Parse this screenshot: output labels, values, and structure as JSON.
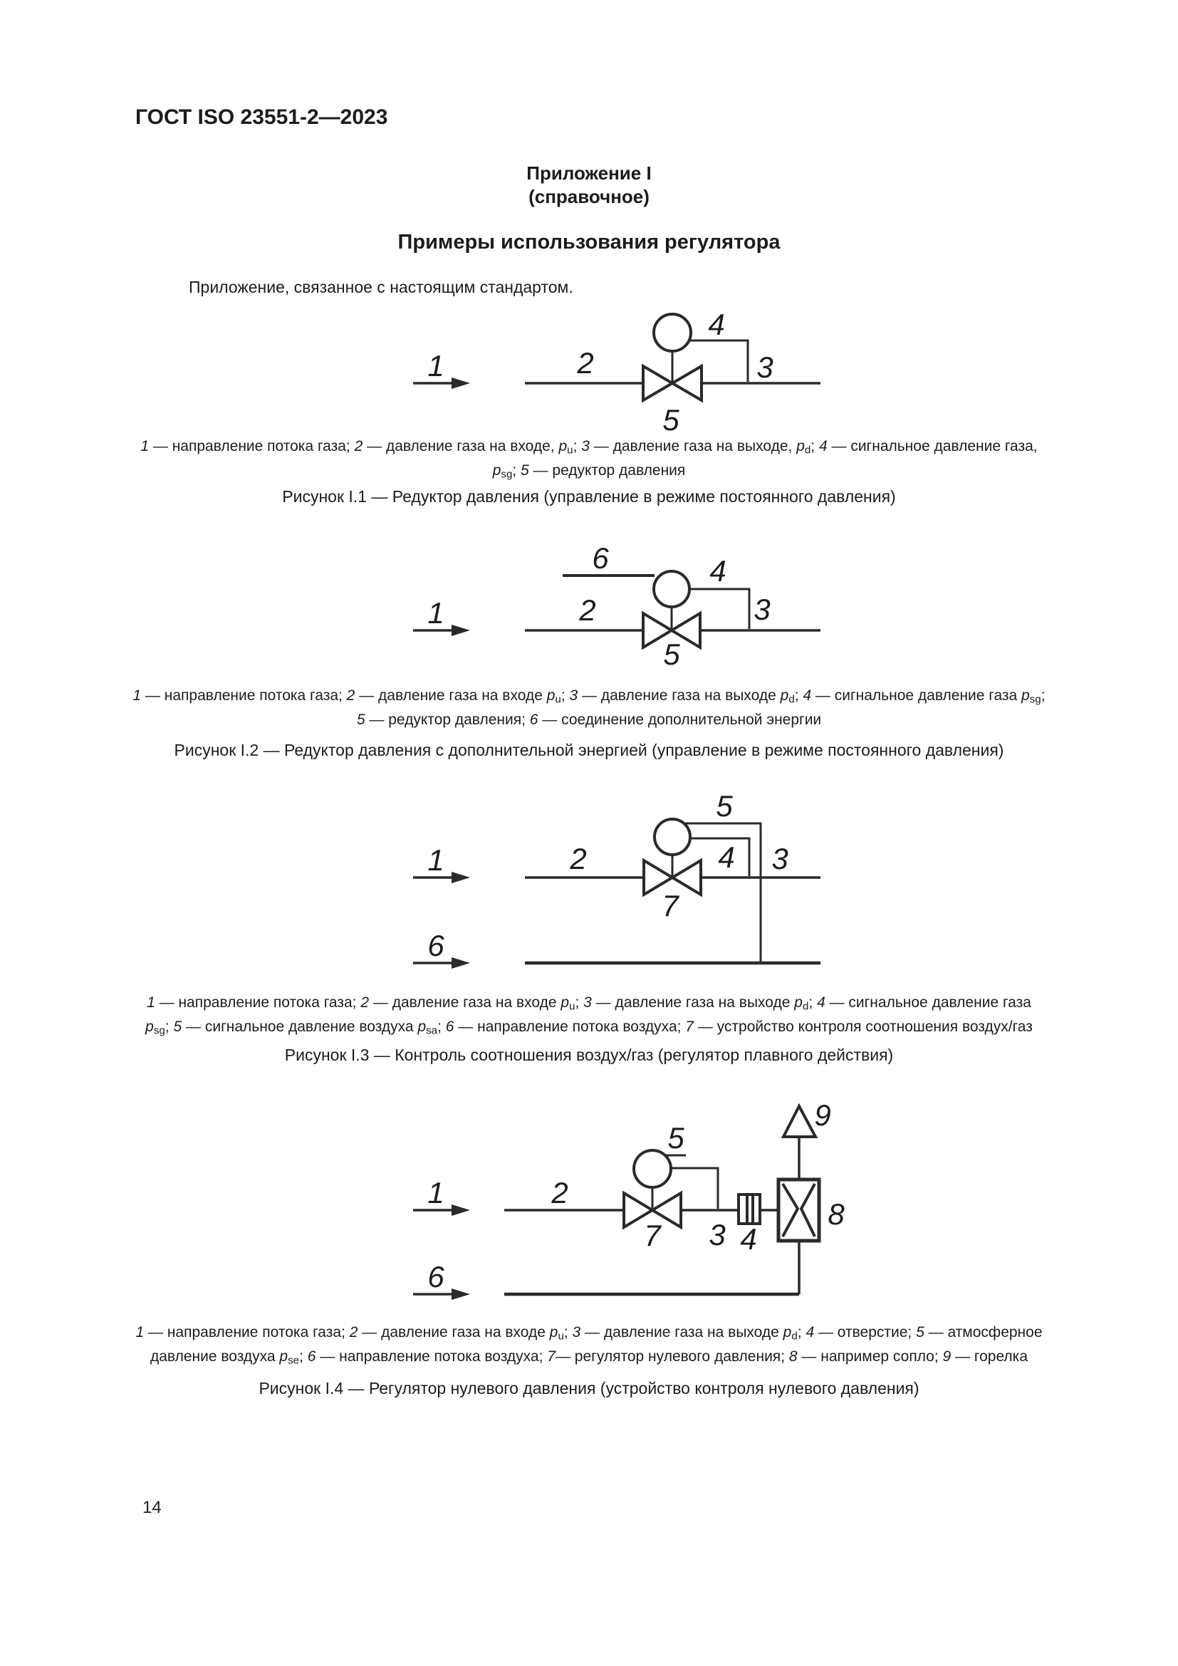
{
  "page": {
    "header": "ГОСТ ISO 23551-2—2023",
    "page_number": "14"
  },
  "annex": {
    "title": "Приложение I",
    "subtitle": "(справочное)",
    "heading": "Примеры использования регулятора",
    "intro": "Приложение, связанное с настоящим стандартом."
  },
  "figures": [
    {
      "title": "Рисунок I.1 — Редуктор давления (управление в режиме постоянного давления)",
      "labels": [
        "1",
        "2",
        "3",
        "4",
        "5"
      ],
      "caption": [
        [
          "i",
          "1"
        ],
        [
          "r",
          " — направление потока газа; "
        ],
        [
          "i",
          "2"
        ],
        [
          "r",
          " — давление газа на входе, "
        ],
        [
          "i",
          "p"
        ],
        [
          "s",
          "u"
        ],
        [
          "r",
          "; "
        ],
        [
          "i",
          "3"
        ],
        [
          "r",
          " — давление газа на выходе, "
        ],
        [
          "i",
          "p"
        ],
        [
          "s",
          "d"
        ],
        [
          "r",
          "; "
        ],
        [
          "i",
          "4"
        ],
        [
          "r",
          " — сигнальное давление газа,"
        ],
        [
          "br",
          ""
        ],
        [
          "i",
          "p"
        ],
        [
          "s",
          "sg"
        ],
        [
          "r",
          "; "
        ],
        [
          "i",
          "5"
        ],
        [
          "r",
          " — редуктор давления"
        ]
      ]
    },
    {
      "title": "Рисунок I.2 — Редуктор давления с дополнительной энергией (управление в режиме постоянного давления)",
      "labels": [
        "1",
        "2",
        "3",
        "4",
        "5",
        "6"
      ],
      "caption": [
        [
          "i",
          "1"
        ],
        [
          "r",
          " — направление потока газа; "
        ],
        [
          "i",
          "2"
        ],
        [
          "r",
          " — давление газа на входе "
        ],
        [
          "i",
          "p"
        ],
        [
          "s",
          "u"
        ],
        [
          "r",
          "; "
        ],
        [
          "i",
          "3"
        ],
        [
          "r",
          " — давление газа на выходе "
        ],
        [
          "i",
          "p"
        ],
        [
          "s",
          "d"
        ],
        [
          "r",
          "; "
        ],
        [
          "i",
          "4"
        ],
        [
          "r",
          " — сигнальное давление газа "
        ],
        [
          "i",
          "p"
        ],
        [
          "s",
          "sg"
        ],
        [
          "r",
          ";"
        ],
        [
          "br",
          ""
        ],
        [
          "i",
          "5"
        ],
        [
          "r",
          " — редуктор давления; "
        ],
        [
          "i",
          "6"
        ],
        [
          "r",
          " — соединение дополнительной энергии"
        ]
      ]
    },
    {
      "title": "Рисунок I.3 — Контроль соотношения воздух/газ (регулятор плавного действия)",
      "labels": [
        "1",
        "2",
        "3",
        "4",
        "5",
        "6",
        "7"
      ],
      "caption": [
        [
          "i",
          "1"
        ],
        [
          "r",
          " — направление потока газа; "
        ],
        [
          "i",
          "2"
        ],
        [
          "r",
          " — давление газа на входе "
        ],
        [
          "i",
          "p"
        ],
        [
          "s",
          "u"
        ],
        [
          "r",
          "; "
        ],
        [
          "i",
          "3"
        ],
        [
          "r",
          " — давление газа на выходе "
        ],
        [
          "i",
          "p"
        ],
        [
          "s",
          "d"
        ],
        [
          "r",
          "; "
        ],
        [
          "i",
          "4"
        ],
        [
          "r",
          " — сигнальное давление газа"
        ],
        [
          "br",
          ""
        ],
        [
          "i",
          "p"
        ],
        [
          "s",
          "sg"
        ],
        [
          "r",
          "; "
        ],
        [
          "i",
          "5"
        ],
        [
          "r",
          " — сигнальное давление воздуха "
        ],
        [
          "i",
          "p"
        ],
        [
          "s",
          "sa"
        ],
        [
          "r",
          "; "
        ],
        [
          "i",
          "6"
        ],
        [
          "r",
          " — направление потока воздуха; "
        ],
        [
          "i",
          "7"
        ],
        [
          "r",
          " — устройство контроля соотношения воздух/газ"
        ]
      ]
    },
    {
      "title": "Рисунок I.4 — Регулятор нулевого давления (устройство контроля нулевого давления)",
      "labels": [
        "1",
        "2",
        "3",
        "4",
        "5",
        "6",
        "7",
        "8",
        "9"
      ],
      "caption": [
        [
          "i",
          "1"
        ],
        [
          "r",
          " — направление потока газа; "
        ],
        [
          "i",
          "2"
        ],
        [
          "r",
          " — давление газа на входе "
        ],
        [
          "i",
          "p"
        ],
        [
          "s",
          "u"
        ],
        [
          "r",
          "; "
        ],
        [
          "i",
          "3"
        ],
        [
          "r",
          " — давление газа на выходе "
        ],
        [
          "i",
          "p"
        ],
        [
          "s",
          "d"
        ],
        [
          "r",
          "; "
        ],
        [
          "i",
          "4"
        ],
        [
          "r",
          " — отверстие; "
        ],
        [
          "i",
          "5"
        ],
        [
          "r",
          " — атмосферное"
        ],
        [
          "br",
          ""
        ],
        [
          "r",
          "давление воздуха "
        ],
        [
          "i",
          "p"
        ],
        [
          "s",
          "se"
        ],
        [
          "r",
          "; "
        ],
        [
          "i",
          "6"
        ],
        [
          "r",
          " — направление потока воздуха; "
        ],
        [
          "i",
          "7"
        ],
        [
          "r",
          "— регулятор нулевого давления; "
        ],
        [
          "i",
          "8"
        ],
        [
          "r",
          " — например сопло; "
        ],
        [
          "i",
          "9"
        ],
        [
          "r",
          " — горелка"
        ]
      ]
    }
  ]
}
